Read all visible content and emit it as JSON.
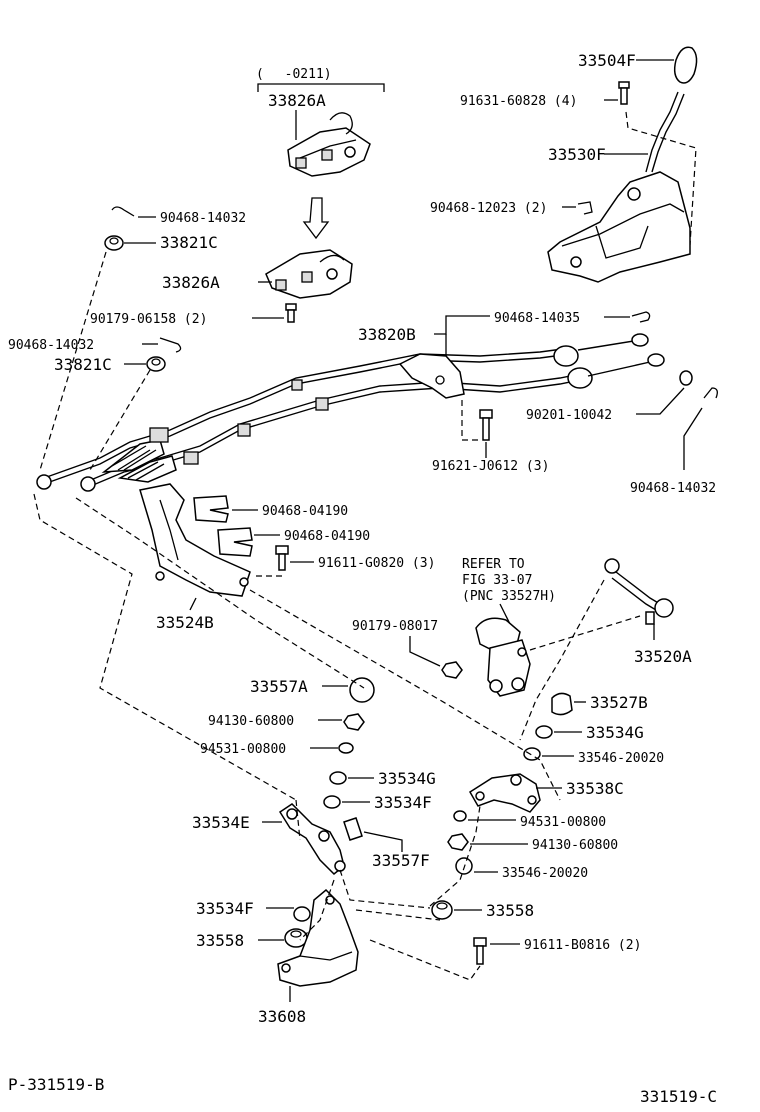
{
  "labels": {
    "knob": "33504F",
    "bolt_shift": "91631-60828 (4)",
    "shift_lever": "33530F",
    "clip_shift": "90468-12023 (2)",
    "date_range": "(　 -0211)",
    "bracket_top": "33826A",
    "bracket_bottom": "33826A",
    "clip_left_top": "90468-14032",
    "bushing_top": "33821C",
    "bolt_bracket": "90179-06158 (2)",
    "clip_cable": "90468-14035",
    "cable_assy": "33820B",
    "clip_left_mid": "90468-14032",
    "bushing_mid": "33821C",
    "washer_right": "90201-10042",
    "bolt_cable": "91621-J0612 (3)",
    "clip_right": "90468-14032",
    "clip_bracket_a": "90468-04190",
    "clip_bracket_b": "90468-04190",
    "bolt_retainer": "91611-G0820 (3)",
    "retainer": "33524B",
    "refer_1": "REFER TO",
    "refer_2": "FIG 33-07",
    "refer_3": "(PNC 33527H)",
    "nut_lever": "90179-08017",
    "rod_right": "33520A",
    "cushion_a": "33557A",
    "bushing_right": "33527B",
    "nut_left": "94130-60800",
    "collar_right": "33534G",
    "washer_left": "94531-00800",
    "bushing_546_top": "33546-20020",
    "collar_left": "33534G",
    "plate_right": "33538C",
    "collar_f1": "33534F",
    "washer_right2": "94531-00800",
    "lever_e": "33534E",
    "nut_right2": "94130-60800",
    "cushion_f": "33557F",
    "bushing_546_bot": "33546-20020",
    "collar_f2": "33534F",
    "grommet_right": "33558",
    "grommet_left": "33558",
    "bolt_bottom": "91611-B0816 (2)",
    "bracket_lower": "33608",
    "footer_left": "P-331519-B",
    "footer_right": "331519-C"
  }
}
